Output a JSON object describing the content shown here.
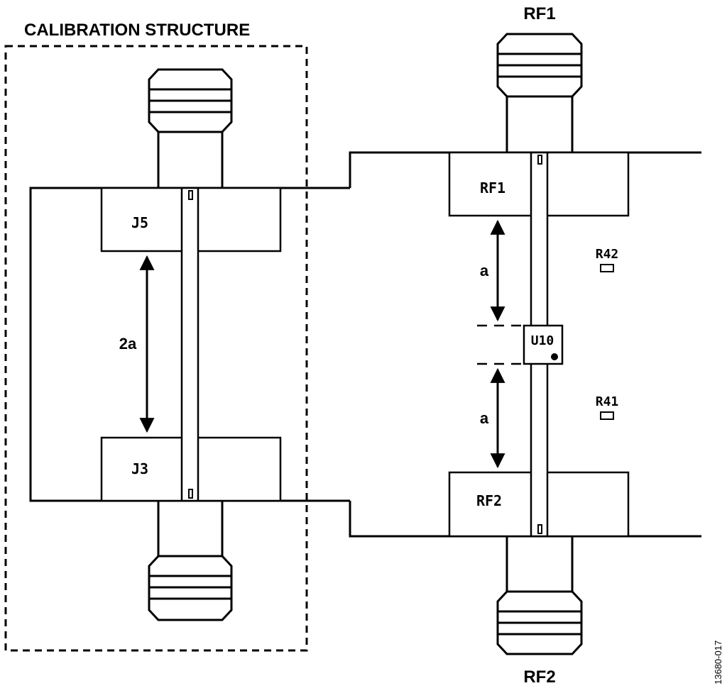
{
  "labels": {
    "calibration_title": "CALIBRATION STRUCTURE",
    "rf1_top": "RF1",
    "rf2_bottom": "RF2",
    "j5": "J5",
    "j3": "J3",
    "rf1_pad": "RF1",
    "rf2_pad": "RF2",
    "u10": "U10",
    "r42": "R42",
    "r41": "R41",
    "dim_2a": "2a",
    "dim_a_upper": "a",
    "dim_a_lower": "a",
    "figure_id": "13680-017"
  }
}
